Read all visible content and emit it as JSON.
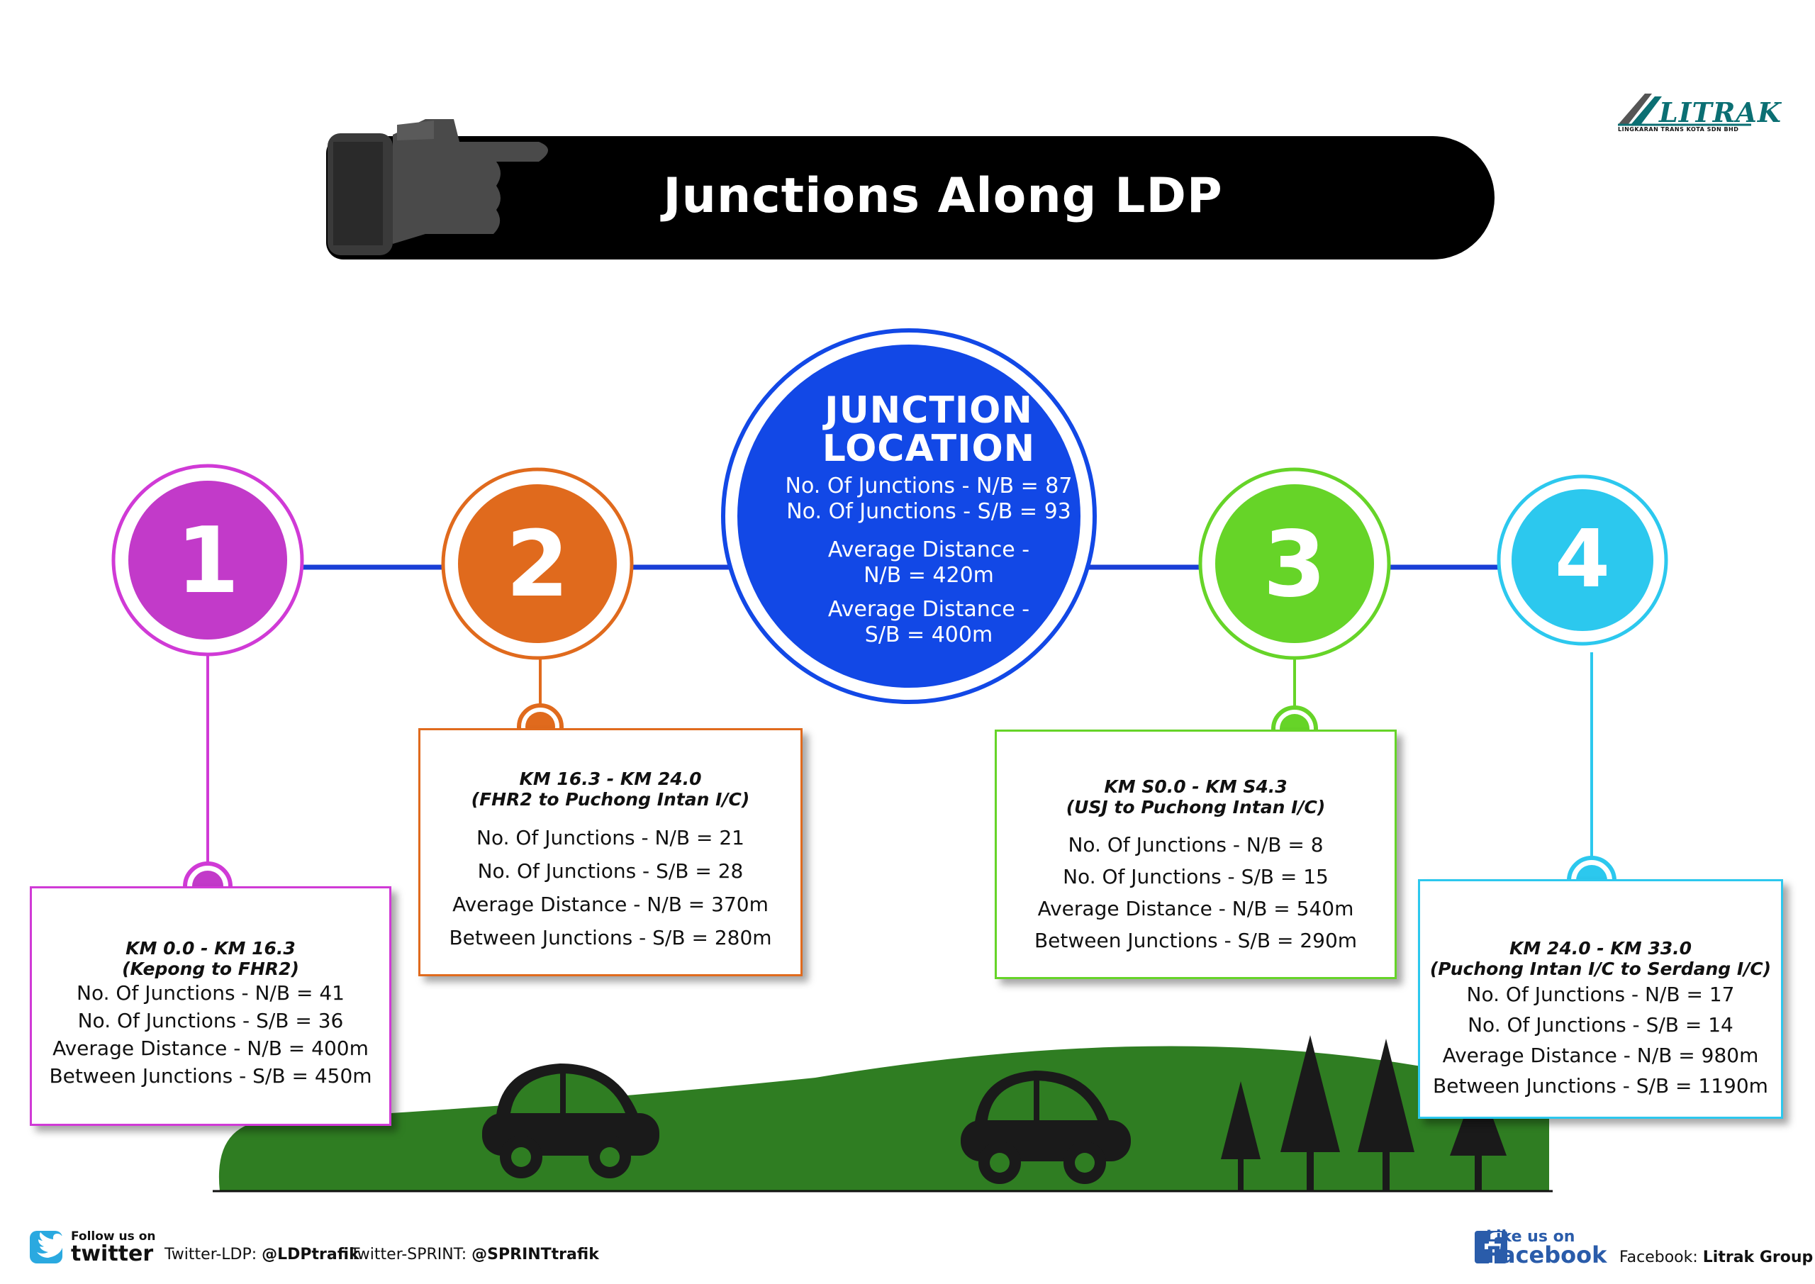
{
  "title": "Junctions Along LDP",
  "logo": {
    "name": "LITRAK",
    "subtitle": "LINGKARAN TRANS KOTA SDN BHD"
  },
  "center": {
    "title_line1": "JUNCTION",
    "title_line2": "LOCATION",
    "lines": [
      "No. Of Junctions - N/B = 87",
      "No. Of Junctions - S/B = 93",
      "Average Distance -",
      "N/B = 420m",
      "Average Distance -",
      "S/B = 400m"
    ]
  },
  "sections": [
    {
      "number": "1",
      "heading1": "KM 0.0 - KM 16.3",
      "heading2": "(Kepong to FHR2)",
      "lines": [
        "No. Of Junctions - N/B = 41",
        "No. Of Junctions - S/B = 36",
        "Average Distance - N/B = 400m",
        "Between Junctions - S/B = 450m"
      ]
    },
    {
      "number": "2",
      "heading1": "KM 16.3 - KM 24.0",
      "heading2": "(FHR2 to Puchong Intan I/C)",
      "lines": [
        "No. Of Junctions - N/B = 21",
        "No. Of Junctions - S/B = 28",
        "Average Distance - N/B = 370m",
        "Between Junctions - S/B = 280m"
      ]
    },
    {
      "number": "3",
      "heading1": "KM S0.0 - KM S4.3",
      "heading2": "(USJ to Puchong Intan I/C)",
      "lines": [
        "No. Of Junctions - N/B = 8",
        "No. Of Junctions - S/B = 15",
        "Average Distance - N/B = 540m",
        "Between Junctions - S/B = 290m"
      ]
    },
    {
      "number": "4",
      "heading1": "KM 24.0 - KM 33.0",
      "heading2": "(Puchong Intan I/C to Serdang I/C)",
      "lines": [
        "No. Of Junctions - N/B = 17",
        "No. Of Junctions - S/B = 14",
        "Average Distance - N/B = 980m",
        "Between Junctions - S/B = 1190m"
      ]
    }
  ],
  "footer": {
    "follow_label": "Follow us on",
    "twitter_word": "twitter",
    "twitter_ldp_label": "Twitter-LDP: ",
    "twitter_ldp_handle": "@LDPtrafik",
    "twitter_sprint_label": "Twitter-SPRINT: ",
    "twitter_sprint_handle": "@SPRINTtrafik",
    "like_label": "Like us on",
    "facebook_word": "Facebook",
    "facebook_label": "Facebook: ",
    "facebook_name": "Litrak Group"
  },
  "colors": {
    "section1": "#d03ad6",
    "section2": "#e06a1d",
    "center": "#1248e6",
    "section3": "#66d428",
    "section4": "#2cc8ee",
    "hill": "#2f7d22",
    "banner": "#000000"
  }
}
